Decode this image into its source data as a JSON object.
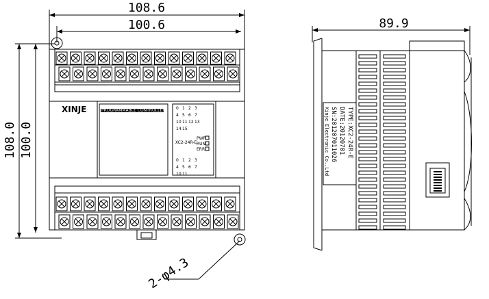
{
  "dimensions": {
    "overall_width": "108.6",
    "hole_spacing_width": "100.6",
    "overall_height": "108.0",
    "hole_spacing_height": "100.0",
    "depth": "89.9",
    "hole_spec": "2-φ4.3"
  },
  "front_panel": {
    "brand": "XINJE",
    "title": "PROGRAMMABLE CONTROLLER",
    "input_leds": [
      "0",
      "1",
      "2",
      "3",
      "4",
      "5",
      "6",
      "7",
      "10",
      "11",
      "12",
      "13",
      "14",
      "15"
    ],
    "output_leds": [
      "0",
      "1",
      "2",
      "3",
      "4",
      "5",
      "6",
      "7",
      "10",
      "11"
    ],
    "model_small": "XC2-24R-E",
    "status_labels": [
      "PWR",
      "RUN",
      "ERR"
    ]
  },
  "side_label": {
    "type": "TYPE:XC2-24R-E",
    "date": "DATE:20120701",
    "serial": "SN:201207011026",
    "maker": "Xinje Electronic Co.,Ltd"
  }
}
